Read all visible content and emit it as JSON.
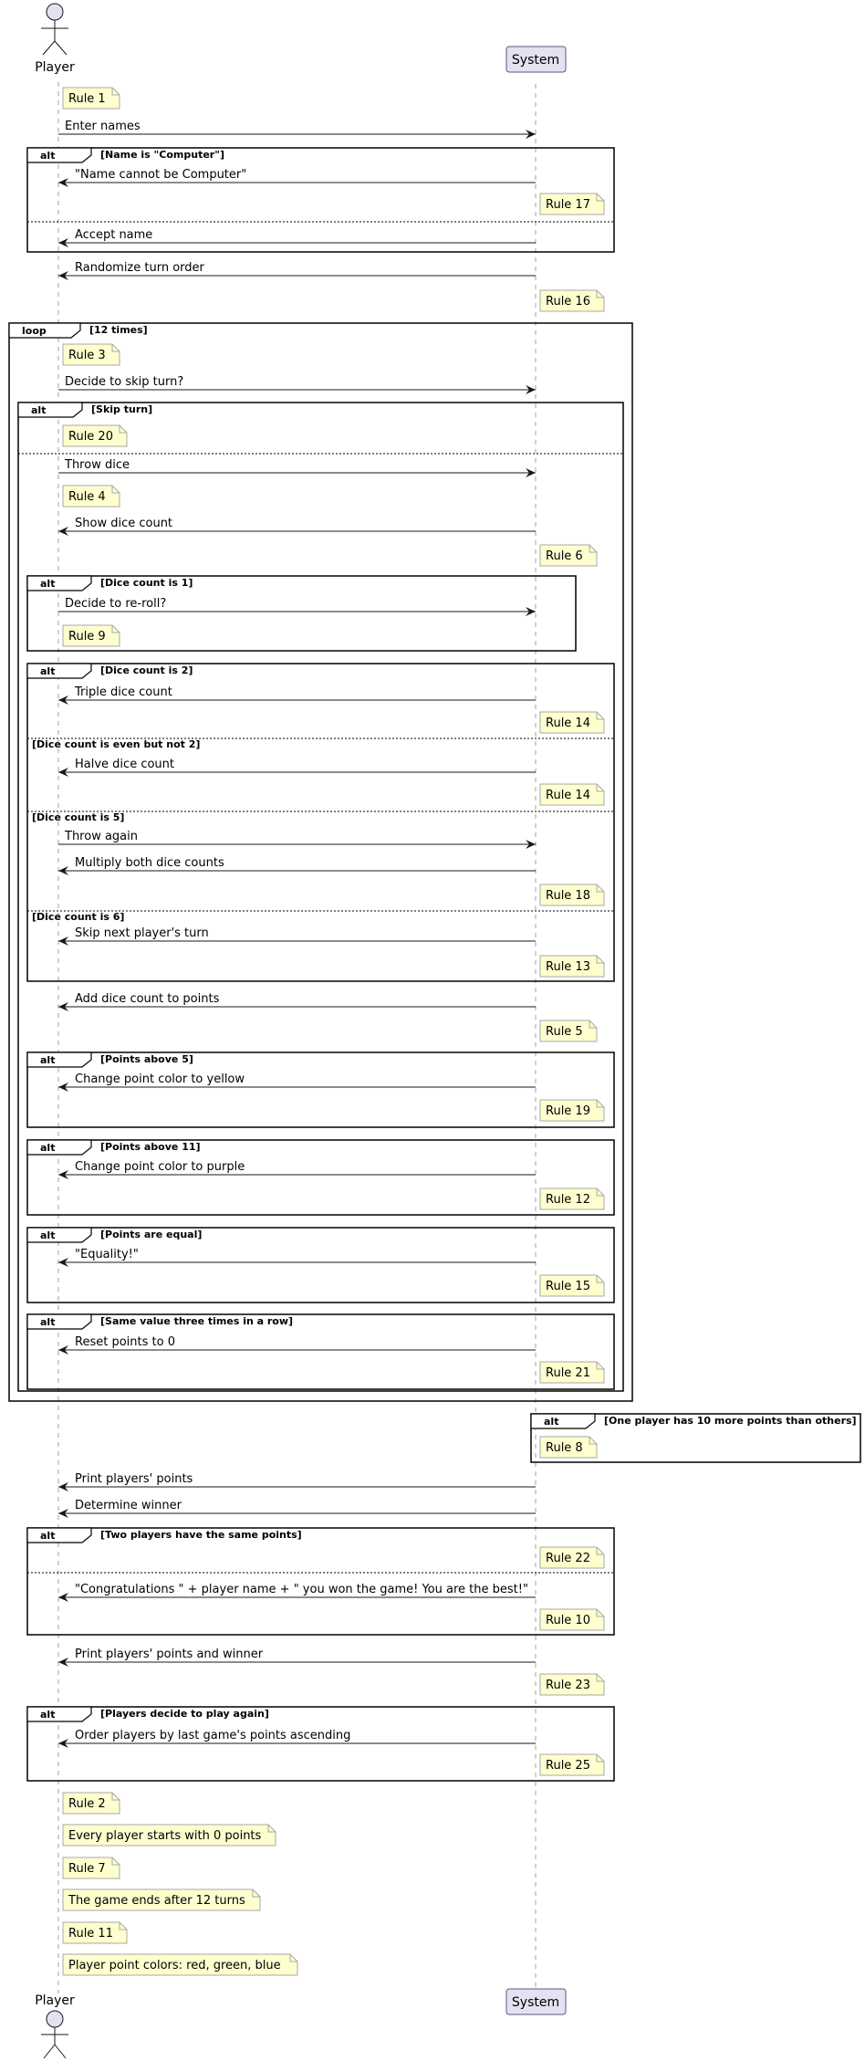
{
  "participants": {
    "player": "Player",
    "system": "System"
  },
  "colors": {
    "note_fill": "#fefece",
    "note_stroke": "#a8a8a8",
    "participant_fill": "#e2e2f0",
    "participant_stroke": "#5b5b80",
    "lifeline": "#a0a0a0",
    "frame_stroke": "#000000"
  },
  "notes": {
    "n_rule1": "Rule 1",
    "n_rule17": "Rule 17",
    "n_rule16": "Rule 16",
    "n_rule3": "Rule 3",
    "n_rule20": "Rule 20",
    "n_rule4": "Rule 4",
    "n_rule6": "Rule 6",
    "n_rule9": "Rule 9",
    "n_rule14a": "Rule 14",
    "n_rule14b": "Rule 14",
    "n_rule18": "Rule 18",
    "n_rule13": "Rule 13",
    "n_rule5": "Rule 5",
    "n_rule19": "Rule 19",
    "n_rule12": "Rule 12",
    "n_rule15": "Rule 15",
    "n_rule21": "Rule 21",
    "n_rule8": "Rule 8",
    "n_rule22": "Rule 22",
    "n_rule10": "Rule 10",
    "n_rule23": "Rule 23",
    "n_rule25": "Rule 25",
    "n_rule2": "Rule 2",
    "n_start0": "Every player starts with 0 points",
    "n_rule7": "Rule 7",
    "n_ends12": "The game ends after 12 turns",
    "n_rule11": "Rule 11",
    "n_colors": "Player point colors: red, green, blue"
  },
  "messages": {
    "m_enter_names": "Enter names",
    "m_name_cannot": "\"Name cannot be Computer\"",
    "m_accept_name": "Accept name",
    "m_randomize": "Randomize turn order",
    "m_skip_turn_q": "Decide to skip turn?",
    "m_throw_dice": "Throw dice",
    "m_show_dice": "Show dice count",
    "m_reroll_q": "Decide to re-roll?",
    "m_triple": "Triple dice count",
    "m_halve": "Halve dice count",
    "m_throw_again": "Throw again",
    "m_multiply": "Multiply both dice counts",
    "m_skip_next": "Skip next player's turn",
    "m_add_points": "Add dice count to points",
    "m_yellow": "Change point color to yellow",
    "m_purple": "Change point color to purple",
    "m_equality": "\"Equality!\"",
    "m_reset": "Reset points to 0",
    "m_print_points": "Print players' points",
    "m_determine": "Determine winner",
    "m_congrats": "\"Congratulations \" + player name + \" you won the game! You are the best!\"",
    "m_print_winner": "Print players' points and winner",
    "m_order": "Order players by last game's points ascending"
  },
  "frames": {
    "alt_label": "alt",
    "loop_label": "loop",
    "f_name_guard": "[Name is \"Computer\"]",
    "f_loop_guard": "[12 times]",
    "f_skip_guard": "[Skip turn]",
    "f_dice1_guard": "[Dice count is 1]",
    "f_dice2_guard": "[Dice count is 2]",
    "f_even_guard": "[Dice count is even but not 2]",
    "f_five_guard": "[Dice count is 5]",
    "f_six_guard": "[Dice count is 6]",
    "f_p5_guard": "[Points above 5]",
    "f_p11_guard": "[Points above 11]",
    "f_eq_guard": "[Points are equal]",
    "f_three_guard": "[Same value three times in a row]",
    "f_ten_guard": "[One player has 10 more points than others]",
    "f_two_guard": "[Two players have the same points]",
    "f_again_guard": "[Players decide to play again]"
  }
}
